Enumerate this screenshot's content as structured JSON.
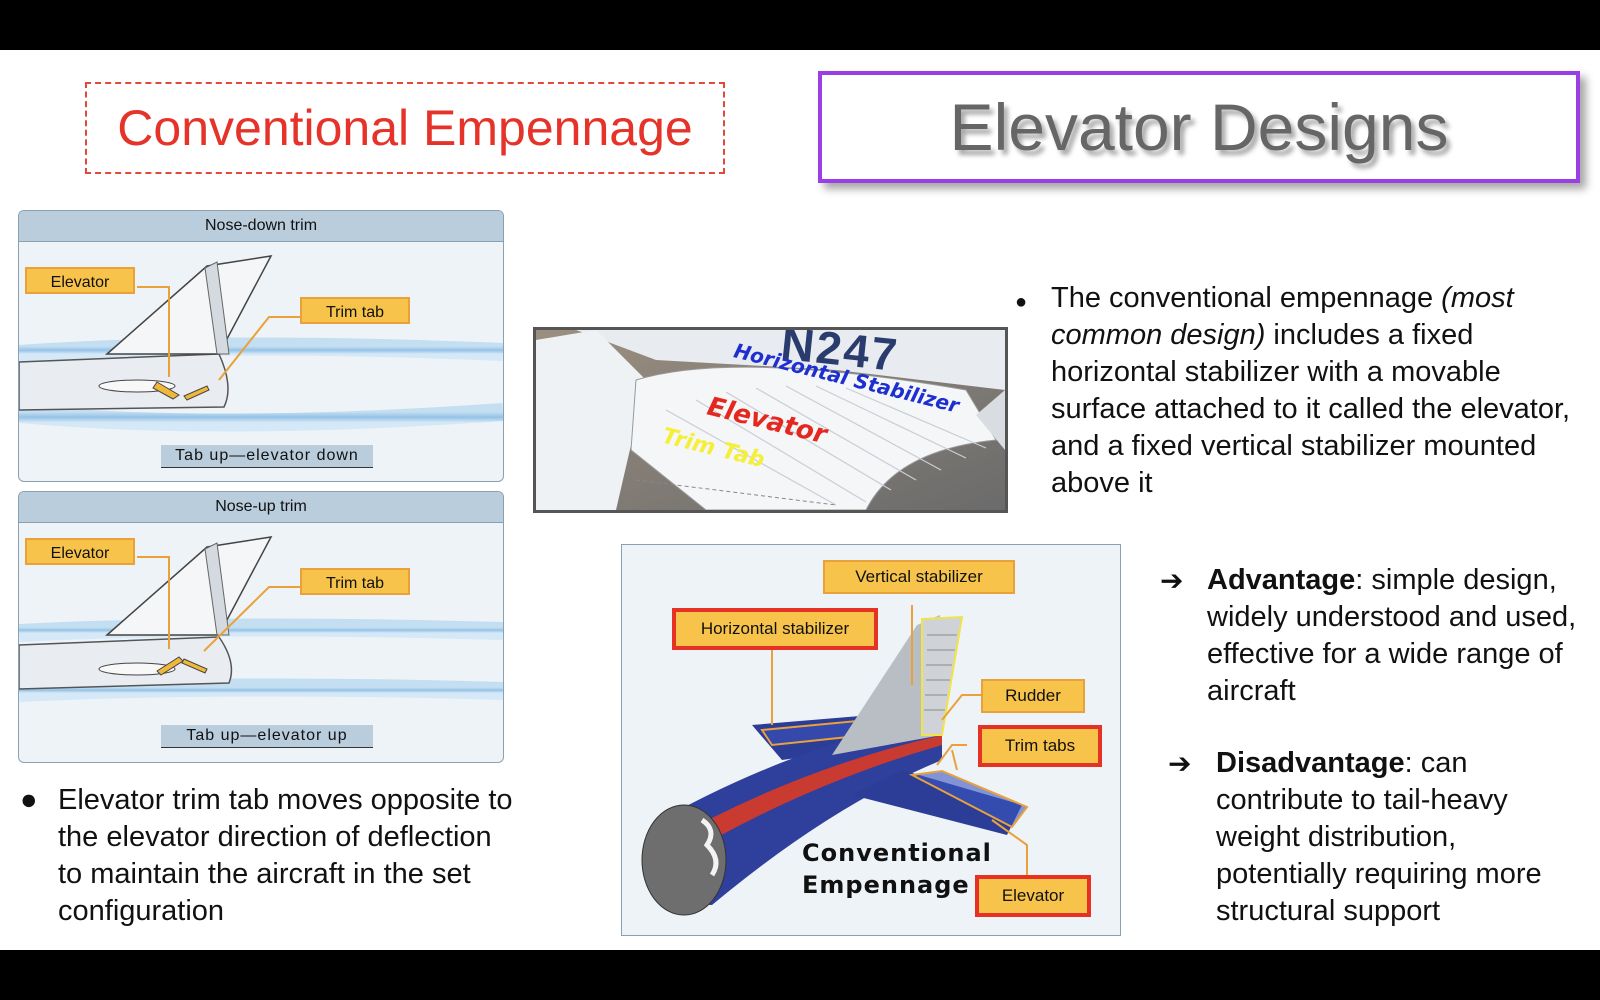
{
  "titles": {
    "left": "Conventional Empennage",
    "right": "Elevator Designs"
  },
  "trim_panels": [
    {
      "heading": "Nose-down trim",
      "elevator_label": "Elevator",
      "trim_tab_label": "Trim tab",
      "caption": "Tab up—elevator down"
    },
    {
      "heading": "Nose-up trim",
      "elevator_label": "Elevator",
      "trim_tab_label": "Trim tab",
      "caption": "Tab up—elevator up"
    }
  ],
  "left_bullet": "Elevator trim tab moves opposite to the elevator direction of deflection to maintain the aircraft in the set configuration",
  "photo": {
    "tail_number": "N247",
    "notes": {
      "horizontal_stabilizer": "Horizontal Stabilizer",
      "elevator": "Elevator",
      "trim_tab": "Trim Tab"
    },
    "colors": {
      "horizontal_stabilizer": "#1d2fd1",
      "elevator": "#e5281f",
      "trim_tab": "#f5ef3a"
    }
  },
  "main_bullet": {
    "part1": "The conventional empennage ",
    "emphasis": "(most common design)",
    "part2": " includes a fixed horizontal stabilizer with a movable surface attached to it called the elevator, and a fixed vertical stabilizer mounted above it"
  },
  "diagram": {
    "labels": {
      "vertical_stabilizer": "Vertical stabilizer",
      "horizontal_stabilizer": "Horizontal stabilizer",
      "rudder": "Rudder",
      "trim_tabs": "Trim tabs",
      "elevator": "Elevator"
    },
    "note": [
      "Conventional",
      "Empennage"
    ],
    "colors": {
      "accent": "#e53224",
      "tag_fill": "#f7c34a",
      "body_blue": "#2c3d97"
    }
  },
  "advantage": {
    "label": "Advantage",
    "text": ": simple design, widely understood and used, effective for a wide range of aircraft"
  },
  "disadvantage": {
    "label": "Disadvantage",
    "text": ": can contribute to tail-heavy weight distribution, potentially requiring more structural support"
  },
  "glyphs": {
    "bullet": "●",
    "arrow": "➔"
  }
}
